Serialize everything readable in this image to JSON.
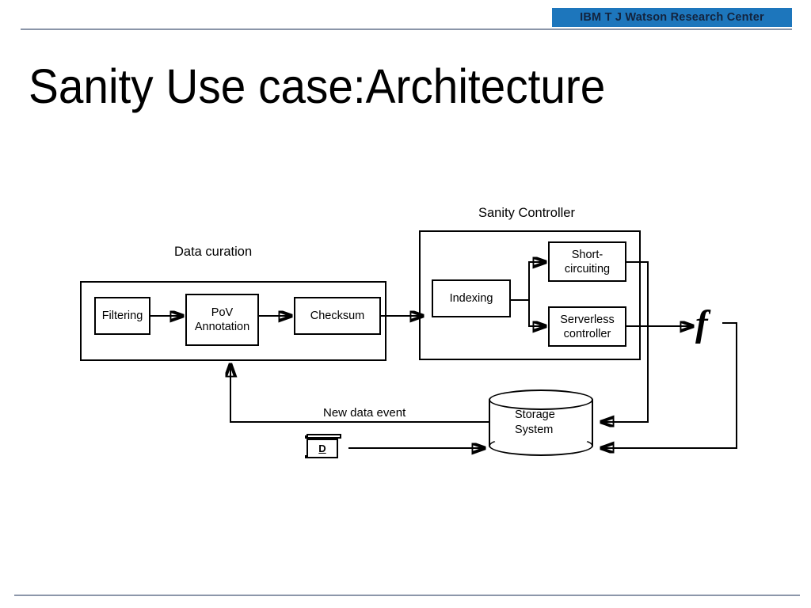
{
  "header": {
    "banner_text": "IBM T J Watson Research Center",
    "banner_color": "#1d76bc",
    "rule_color": "#8a95a8"
  },
  "title": "Sanity Use case:Architecture",
  "diagram": {
    "type": "block-architecture",
    "groups": [
      {
        "id": "data-curation",
        "label": "Data curation"
      },
      {
        "id": "sanity-controller",
        "label": "Sanity Controller"
      }
    ],
    "nodes": [
      {
        "id": "filtering",
        "label": "Filtering",
        "group": "data-curation"
      },
      {
        "id": "pov-annotation",
        "label": "PoV\nAnnotation",
        "line1": "PoV",
        "line2": "Annotation",
        "group": "data-curation"
      },
      {
        "id": "checksum",
        "label": "Checksum",
        "group": "data-curation"
      },
      {
        "id": "indexing",
        "label": "Indexing",
        "group": "sanity-controller"
      },
      {
        "id": "short-circuiting",
        "label": "Short-\ncircuiting",
        "line1": "Short-",
        "line2": "circuiting",
        "group": "sanity-controller"
      },
      {
        "id": "serverless-controller",
        "label": "Serverless\ncontroller",
        "line1": "Serverless",
        "line2": "controller",
        "group": "sanity-controller"
      },
      {
        "id": "storage-system",
        "label": "Storage\nSystem",
        "line1": "Storage",
        "line2": "System",
        "shape": "cylinder"
      },
      {
        "id": "function",
        "label": "f",
        "shape": "lambda-function-symbol"
      },
      {
        "id": "data-doc",
        "label": "D",
        "shape": "document-icon"
      }
    ],
    "edge_labels": [
      {
        "id": "new-data-event",
        "label": "New data event"
      }
    ]
  }
}
